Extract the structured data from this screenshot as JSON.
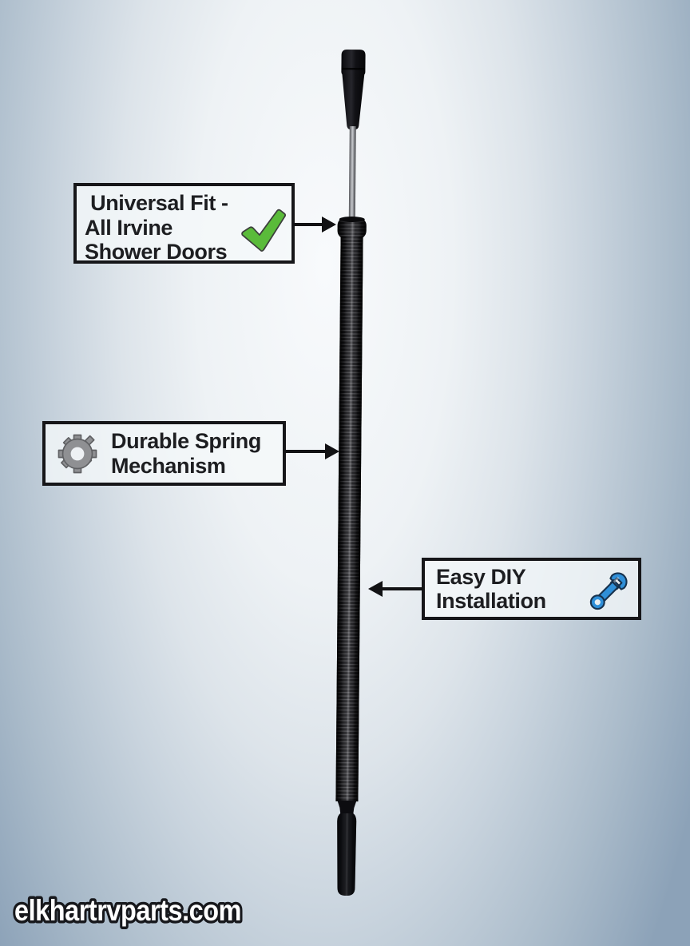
{
  "background": {
    "center_color": "#f8fafc",
    "edge_color": "#8ca2b8"
  },
  "product": {
    "name": "shower door spring rod",
    "colors": {
      "body": "#0d0e12",
      "shaft": "#a9abb0"
    }
  },
  "callouts": [
    {
      "id": "universal-fit",
      "lines": [
        " Universal Fit -",
        "All Irvine",
        "Shower Doors"
      ],
      "icon": "checkmark-icon",
      "icon_color": "#5abb3a",
      "arrow_direction": "right"
    },
    {
      "id": "durable-spring",
      "lines": [
        "Durable Spring",
        "Mechanism"
      ],
      "icon": "gear-icon",
      "icon_color": "#8f9093",
      "arrow_direction": "right"
    },
    {
      "id": "easy-diy",
      "lines": [
        "Easy DIY",
        "Installation"
      ],
      "icon": "wrench-icon",
      "icon_color": "#2f8fd8",
      "arrow_direction": "left"
    }
  ],
  "watermark": {
    "text": "elkhartrvparts.com",
    "color": "#ffffff",
    "outline_color": "#17181c"
  }
}
